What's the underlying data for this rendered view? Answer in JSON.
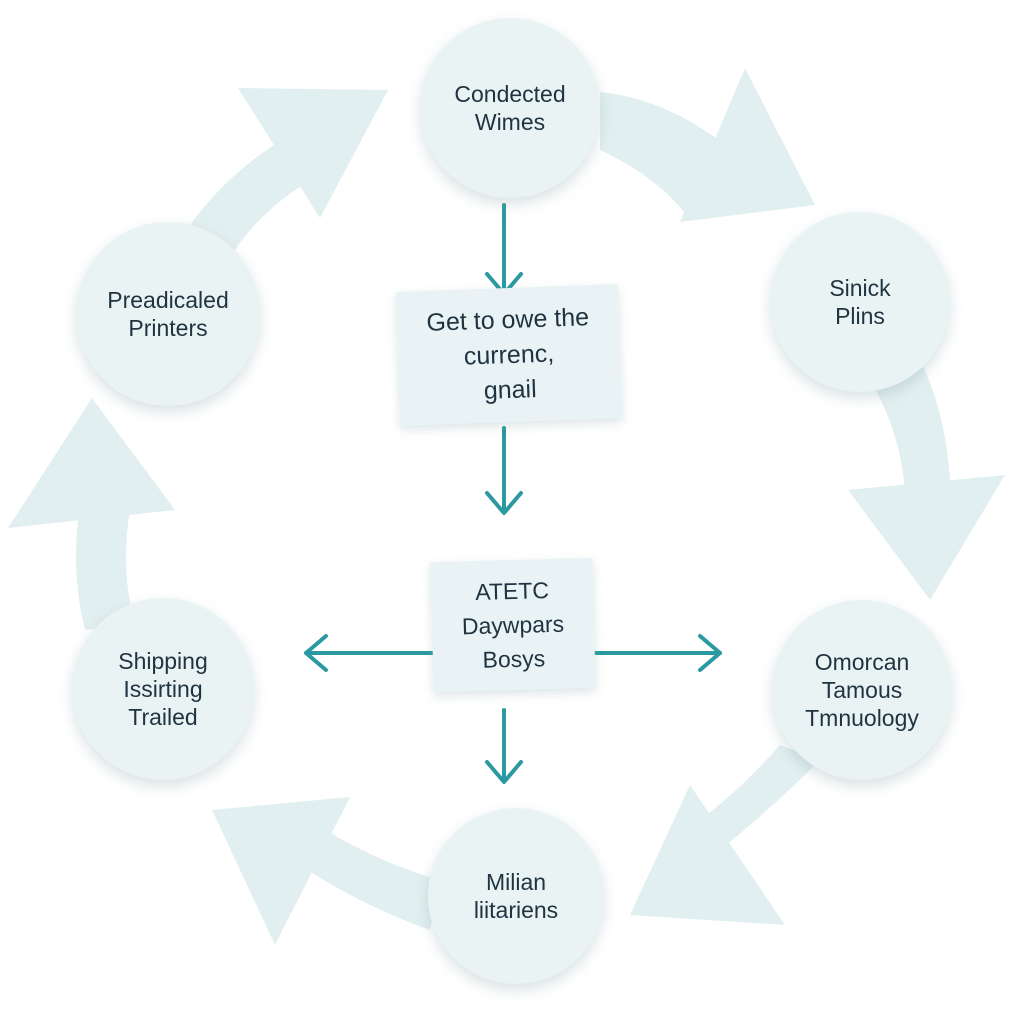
{
  "colors": {
    "node_fill": "#eaf3f4",
    "cycle_arrow": "#e2eff0",
    "flow_arrow": "#2a9aa0",
    "text": "#1f3340"
  },
  "nodes": {
    "top": [
      "Condected",
      "Wimes"
    ],
    "right_upper": [
      "Sinick",
      "Plins"
    ],
    "right_lower": [
      "Omorcan",
      "Tamous",
      "Tmnuology"
    ],
    "bottom": [
      "Milian",
      "liitariens"
    ],
    "left_lower": [
      "Shipping",
      "Issirting",
      "Trailed"
    ],
    "left_upper": [
      "Preadicaled",
      "Printers"
    ]
  },
  "center": {
    "box_top": [
      "Get to owe the",
      "currenc,",
      "gnail"
    ],
    "box_middle": [
      "ATETC",
      "Daywpars",
      "Bosys"
    ]
  }
}
